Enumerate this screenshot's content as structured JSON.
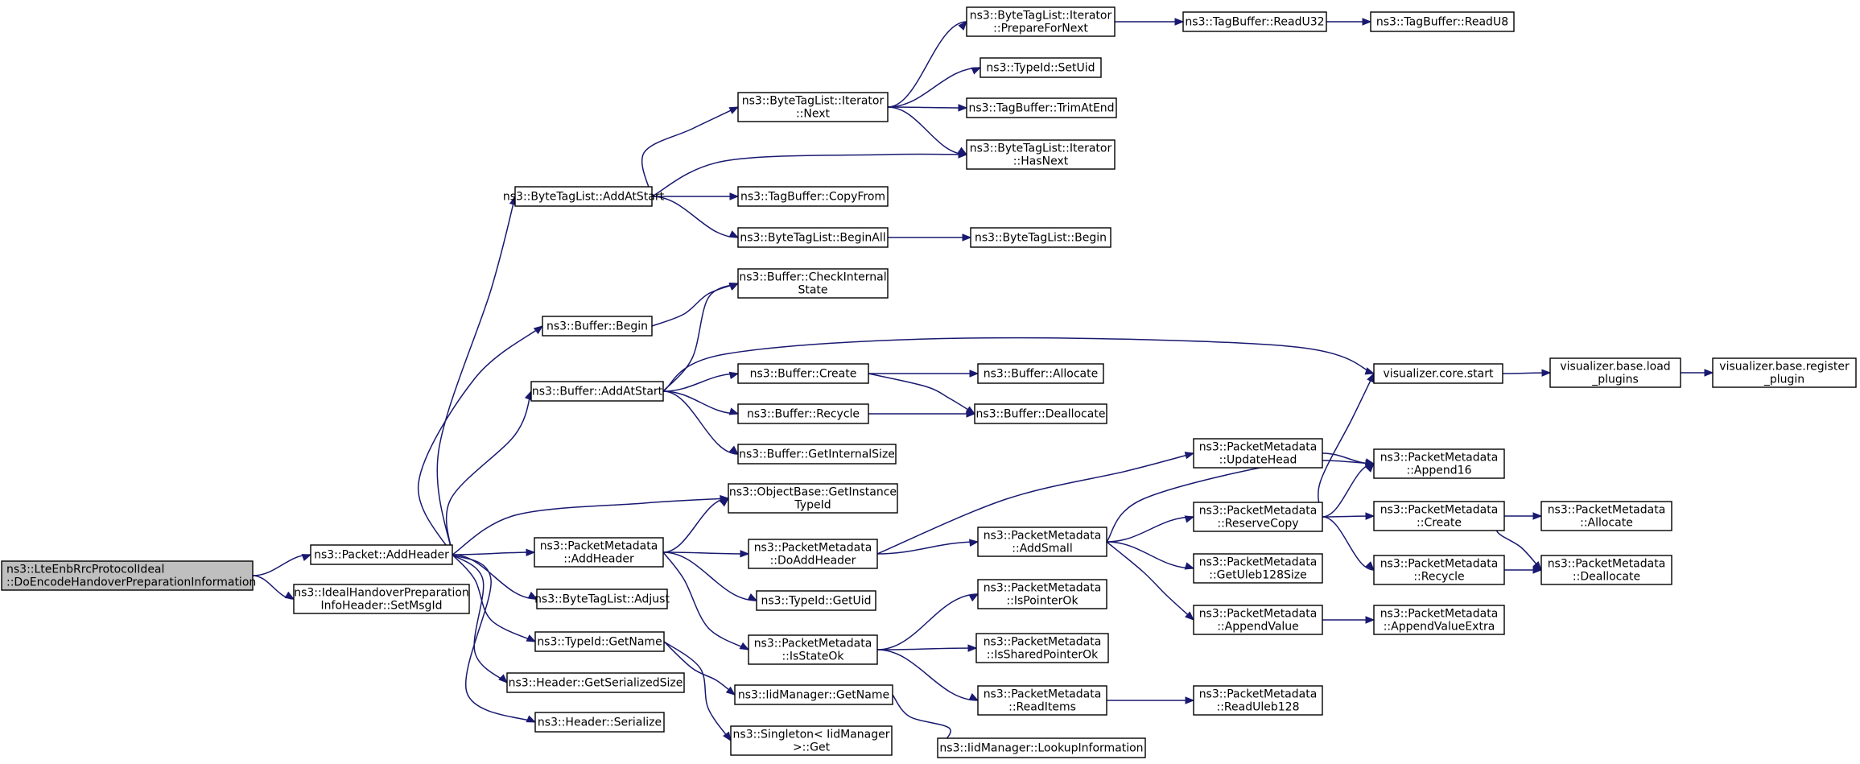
{
  "graph": {
    "colors": {
      "edge": "#191970",
      "root_fill": "#bfbfbf",
      "node_fill": "#ffffff",
      "node_border": "#000000"
    },
    "nodes": {
      "root": [
        "ns3::LteEnbRrcProtocolIdeal",
        "::DoEncodeHandoverPreparationInformation"
      ],
      "addheader": [
        "ns3::Packet::AddHeader"
      ],
      "setmsgid": [
        "ns3::IdealHandoverPreparation",
        "InfoHeader::SetMsgId"
      ],
      "btl_addatstart": [
        "ns3::ByteTagList::AddAtStart"
      ],
      "buf_begin": [
        "ns3::Buffer::Begin"
      ],
      "buf_addatstart": [
        "ns3::Buffer::AddAtStart"
      ],
      "pm_addheader": [
        "ns3::PacketMetadata",
        "::AddHeader"
      ],
      "btl_adjust": [
        "ns3::ByteTagList::Adjust"
      ],
      "tid_getname": [
        "ns3::TypeId::GetName"
      ],
      "hdr_getsersize": [
        "ns3::Header::GetSerializedSize"
      ],
      "hdr_serialize": [
        "ns3::Header::Serialize"
      ],
      "it_next": [
        "ns3::ByteTagList::Iterator",
        "::Next"
      ],
      "tb_copyfrom": [
        "ns3::TagBuffer::CopyFrom"
      ],
      "btl_beginall": [
        "ns3::ByteTagList::BeginAll"
      ],
      "buf_checkinternal": [
        "ns3::Buffer::CheckInternal",
        "State"
      ],
      "buf_create": [
        "ns3::Buffer::Create"
      ],
      "buf_recycle": [
        "ns3::Buffer::Recycle"
      ],
      "buf_getinternalsize": [
        "ns3::Buffer::GetInternalSize"
      ],
      "ob_getinstancetypeid": [
        "ns3::ObjectBase::GetInstance",
        "TypeId"
      ],
      "pm_doaddheader": [
        "ns3::PacketMetadata",
        "::DoAddHeader"
      ],
      "tid_getuid": [
        "ns3::TypeId::GetUid"
      ],
      "pm_isstateok": [
        "ns3::PacketMetadata",
        "::IsStateOk"
      ],
      "iid_getname": [
        "ns3::IidManager::GetName"
      ],
      "singleton_get": [
        "ns3::Singleton< IidManager",
        ">::Get"
      ],
      "it_preparefornext": [
        "ns3::ByteTagList::Iterator",
        "::PrepareForNext"
      ],
      "tid_setuid": [
        "ns3::TypeId::SetUid"
      ],
      "tb_trimatend": [
        "ns3::TagBuffer::TrimAtEnd"
      ],
      "it_hasnext": [
        "ns3::ByteTagList::Iterator",
        "::HasNext"
      ],
      "btl_begin": [
        "ns3::ByteTagList::Begin"
      ],
      "buf_allocate": [
        "ns3::Buffer::Allocate"
      ],
      "buf_deallocate": [
        "ns3::Buffer::Deallocate"
      ],
      "pm_addsmall": [
        "ns3::PacketMetadata",
        "::AddSmall"
      ],
      "pm_ispointerok": [
        "ns3::PacketMetadata",
        "::IsPointerOk"
      ],
      "pm_issharedpointerok": [
        "ns3::PacketMetadata",
        "::IsSharedPointerOk"
      ],
      "pm_readitems": [
        "ns3::PacketMetadata",
        "::ReadItems"
      ],
      "iid_lookupinfo": [
        "ns3::IidManager::LookupInformation"
      ],
      "tb_readu32": [
        "ns3::TagBuffer::ReadU32"
      ],
      "tb_readu8": [
        "ns3::TagBuffer::ReadU8"
      ],
      "viz_core_start": [
        "visualizer.core.start"
      ],
      "pm_updatehead": [
        "ns3::PacketMetadata",
        "::UpdateHead"
      ],
      "pm_reservecopy": [
        "ns3::PacketMetadata",
        "::ReserveCopy"
      ],
      "pm_getuleb128size": [
        "ns3::PacketMetadata",
        "::GetUleb128Size"
      ],
      "pm_appendvalue": [
        "ns3::PacketMetadata",
        "::AppendValue"
      ],
      "pm_readuleb128": [
        "ns3::PacketMetadata",
        "::ReadUleb128"
      ],
      "viz_base_load": [
        "visualizer.base.load",
        "_plugins"
      ],
      "pm_append16": [
        "ns3::PacketMetadata",
        "::Append16"
      ],
      "pm_create": [
        "ns3::PacketMetadata",
        "::Create"
      ],
      "pm_recycle": [
        "ns3::PacketMetadata",
        "::Recycle"
      ],
      "pm_appendvalueextra": [
        "ns3::PacketMetadata",
        "::AppendValueExtra"
      ],
      "viz_base_register": [
        "visualizer.base.register",
        "_plugin"
      ],
      "pm_allocate": [
        "ns3::PacketMetadata",
        "::Allocate"
      ],
      "pm_deallocate": [
        "ns3::PacketMetadata",
        "::Deallocate"
      ]
    },
    "edges": [
      [
        "root",
        "addheader"
      ],
      [
        "root",
        "setmsgid"
      ],
      [
        "addheader",
        "btl_addatstart"
      ],
      [
        "addheader",
        "buf_begin"
      ],
      [
        "addheader",
        "buf_addatstart"
      ],
      [
        "addheader",
        "ob_getinstancetypeid"
      ],
      [
        "addheader",
        "pm_addheader"
      ],
      [
        "addheader",
        "btl_adjust"
      ],
      [
        "addheader",
        "tid_getname"
      ],
      [
        "addheader",
        "hdr_getsersize"
      ],
      [
        "addheader",
        "hdr_serialize"
      ],
      [
        "btl_addatstart",
        "it_next"
      ],
      [
        "btl_addatstart",
        "it_hasnext"
      ],
      [
        "btl_addatstart",
        "tb_copyfrom"
      ],
      [
        "btl_addatstart",
        "btl_beginall"
      ],
      [
        "it_next",
        "it_preparefornext"
      ],
      [
        "it_next",
        "tid_setuid"
      ],
      [
        "it_next",
        "tb_trimatend"
      ],
      [
        "it_next",
        "it_hasnext"
      ],
      [
        "it_preparefornext",
        "tb_readu32"
      ],
      [
        "tb_readu32",
        "tb_readu8"
      ],
      [
        "btl_beginall",
        "btl_begin"
      ],
      [
        "buf_begin",
        "buf_checkinternal"
      ],
      [
        "buf_addatstart",
        "buf_checkinternal"
      ],
      [
        "buf_addatstart",
        "viz_core_start"
      ],
      [
        "buf_addatstart",
        "buf_create"
      ],
      [
        "buf_addatstart",
        "buf_recycle"
      ],
      [
        "buf_addatstart",
        "buf_getinternalsize"
      ],
      [
        "buf_create",
        "buf_allocate"
      ],
      [
        "buf_create",
        "buf_deallocate"
      ],
      [
        "buf_recycle",
        "buf_deallocate"
      ],
      [
        "viz_core_start",
        "viz_base_load"
      ],
      [
        "viz_base_load",
        "viz_base_register"
      ],
      [
        "pm_addheader",
        "ob_getinstancetypeid"
      ],
      [
        "pm_addheader",
        "pm_doaddheader"
      ],
      [
        "pm_addheader",
        "tid_getuid"
      ],
      [
        "pm_addheader",
        "pm_isstateok"
      ],
      [
        "pm_doaddheader",
        "pm_updatehead"
      ],
      [
        "pm_doaddheader",
        "pm_addsmall"
      ],
      [
        "pm_updatehead",
        "pm_append16"
      ],
      [
        "pm_addsmall",
        "pm_append16"
      ],
      [
        "pm_addsmall",
        "pm_reservecopy"
      ],
      [
        "pm_addsmall",
        "pm_getuleb128size"
      ],
      [
        "pm_addsmall",
        "pm_appendvalue"
      ],
      [
        "pm_reservecopy",
        "viz_core_start"
      ],
      [
        "pm_reservecopy",
        "pm_append16"
      ],
      [
        "pm_reservecopy",
        "pm_create"
      ],
      [
        "pm_reservecopy",
        "pm_recycle"
      ],
      [
        "pm_create",
        "pm_allocate"
      ],
      [
        "pm_create",
        "pm_deallocate"
      ],
      [
        "pm_recycle",
        "pm_deallocate"
      ],
      [
        "pm_appendvalue",
        "pm_appendvalueextra"
      ],
      [
        "pm_isstateok",
        "pm_ispointerok"
      ],
      [
        "pm_isstateok",
        "pm_issharedpointerok"
      ],
      [
        "pm_isstateok",
        "pm_readitems"
      ],
      [
        "pm_readitems",
        "pm_readuleb128"
      ],
      [
        "tid_getname",
        "iid_getname"
      ],
      [
        "tid_getname",
        "singleton_get"
      ],
      [
        "iid_getname",
        "iid_lookupinfo"
      ]
    ]
  }
}
